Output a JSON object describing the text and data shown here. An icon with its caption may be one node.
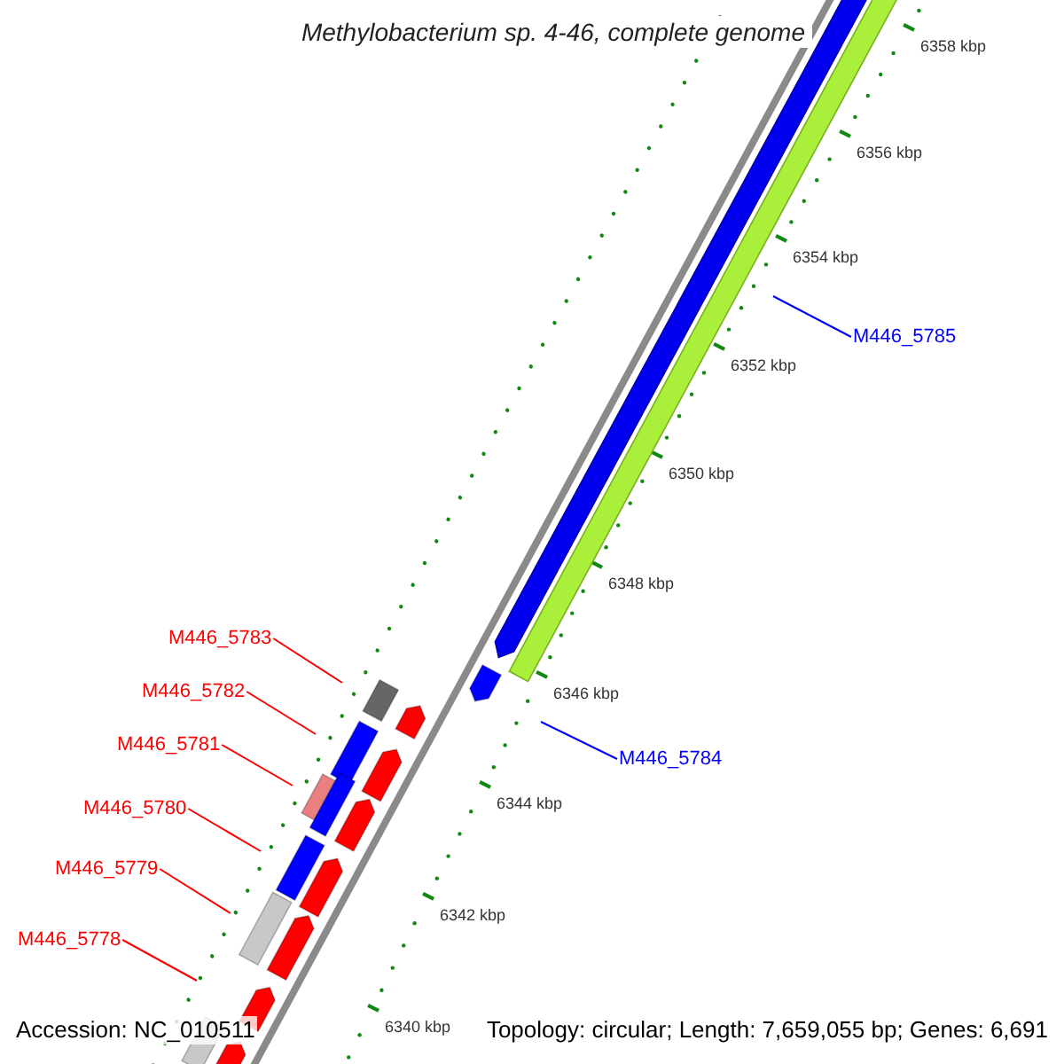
{
  "diagram": {
    "title": "Methylobacterium sp. 4-46, complete genome",
    "nodes": [
      {
        "text": [
          "M446_5785"
        ]
      },
      {
        "text": [
          "M446_5783"
        ]
      },
      {
        "text": [
          "M446_5782"
        ]
      },
      {
        "text": [
          "M446_5781"
        ]
      },
      {
        "text": [
          "M446_5784"
        ]
      },
      {
        "text": [
          "M446_5780"
        ]
      },
      {
        "text": [
          "M446_5779"
        ]
      },
      {
        "text": [
          "M446_5778"
        ]
      }
    ],
    "edges": [
      {
        "from": 0,
        "to": null,
        "arrow": "none",
        "color": "#0000ff"
      },
      {
        "from": 1,
        "to": null,
        "arrow": "none"
      },
      {
        "from": 2,
        "to": null,
        "arrow": "none"
      },
      {
        "from": 3,
        "to": null,
        "arrow": "none"
      },
      {
        "from": 4,
        "to": null,
        "arrow": "none",
        "color": "#0000ff"
      },
      {
        "from": 5,
        "to": null,
        "arrow": "none"
      },
      {
        "from": 6,
        "to": null,
        "arrow": "none"
      },
      {
        "from": 7,
        "to": null,
        "arrow": "none"
      }
    ],
    "labels": [
      "6358 kbp",
      "6356 kbp",
      "6354 kbp",
      "6352 kbp",
      "6350 kbp",
      "6348 kbp",
      "6346 kbp",
      "6344 kbp",
      "6342 kbp",
      "6340 kbp",
      "Accession: NC_010511",
      "Topology: circular; Length: 7,659,055 bp; Genes: 6,691"
    ]
  }
}
